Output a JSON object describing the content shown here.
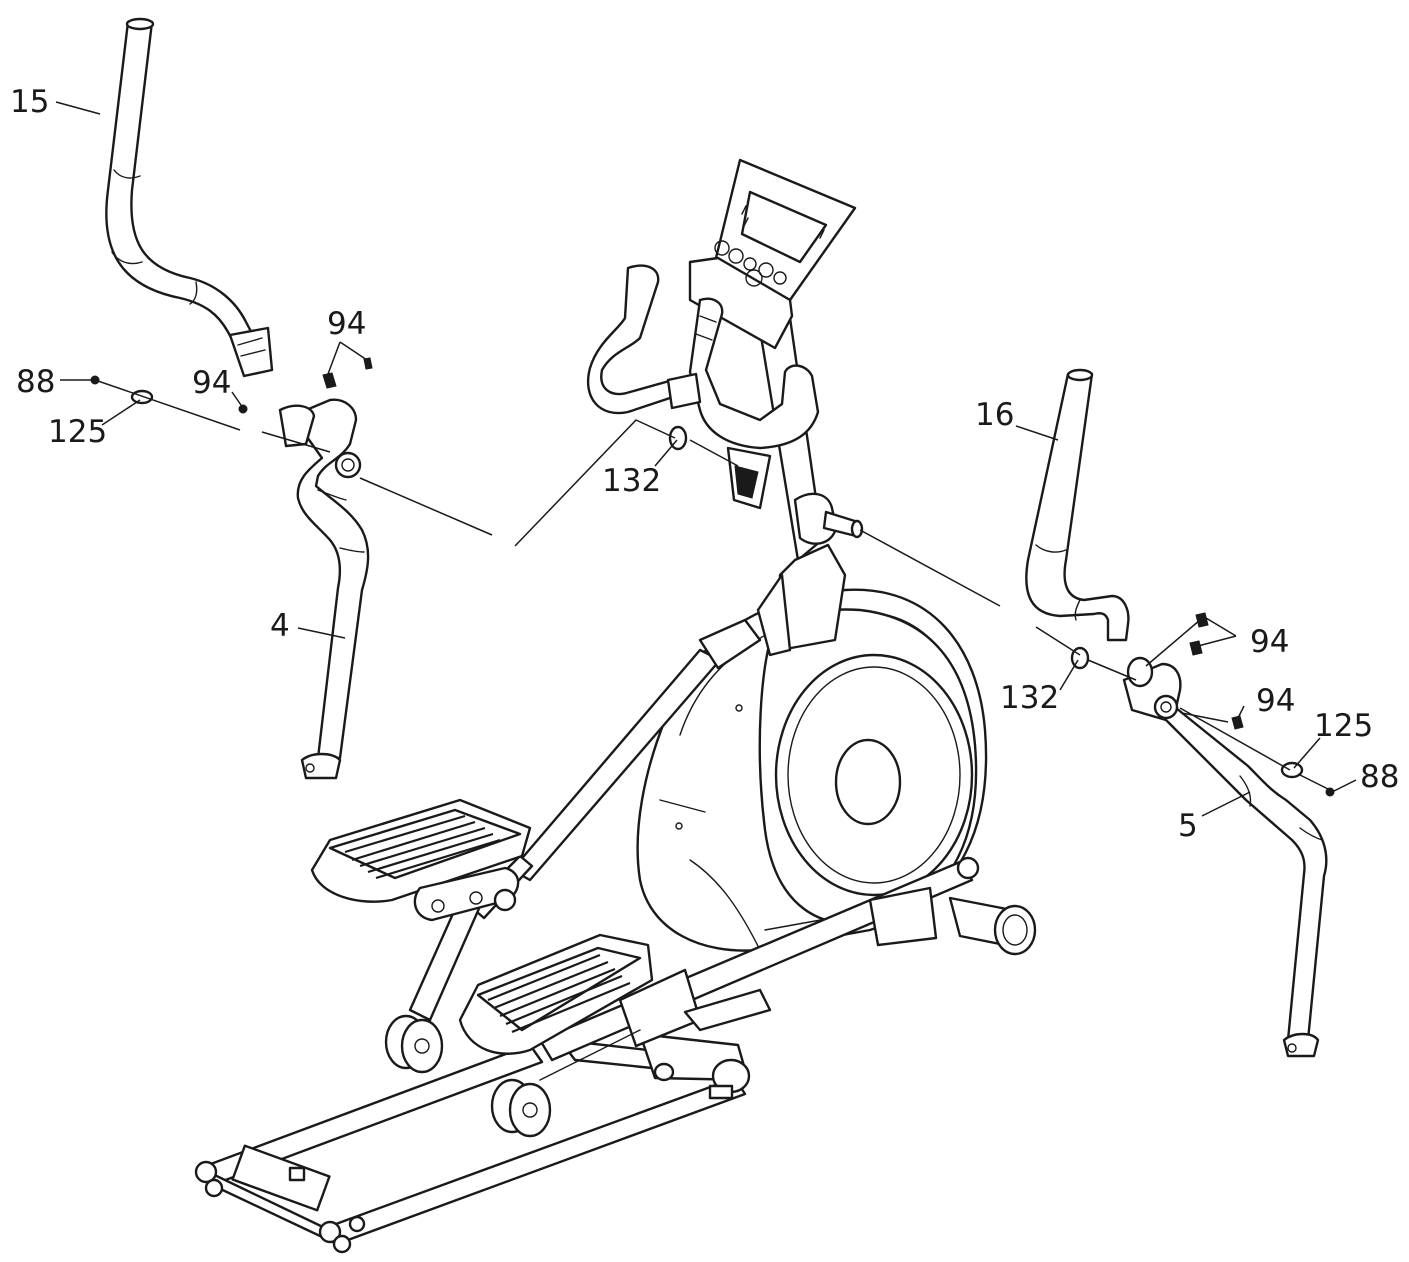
{
  "callouts": {
    "c15": "15",
    "c94_upper_left": "94",
    "c88_left": "88",
    "c94_left": "94",
    "c125_left": "125",
    "c132_left": "132",
    "c4": "4",
    "c16": "16",
    "c94_upper_right": "94",
    "c132_right": "132",
    "c94_right": "94",
    "c125_right": "125",
    "c88_right": "88",
    "c5": "5"
  },
  "colors": {
    "ink": "#1a1a1a",
    "paper": "#ffffff"
  }
}
